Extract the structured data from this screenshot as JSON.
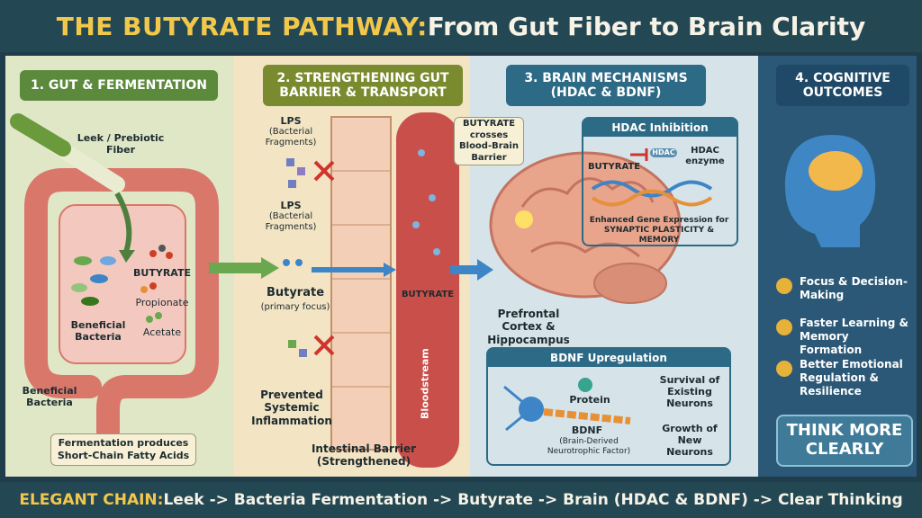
{
  "title": {
    "highlight": "THE BUTYRATE PATHWAY:",
    "rest": " From Gut Fiber to Brain Clarity"
  },
  "panels": {
    "gut": {
      "header": "1. GUT & FERMENTATION",
      "leek": "Leek / Prebiotic Fiber",
      "butyrate": "BUTYRATE",
      "propionate": "Propionate",
      "acetate": "Acetate",
      "bacteria_inner": "Beneficial Bacteria",
      "bacteria_outer": "Beneficial Bacteria",
      "note": "Fermentation produces Short-Chain Fatty Acids"
    },
    "barrier": {
      "header": "2. STRENGTHENING GUT BARRIER & TRANSPORT",
      "lps_a": "LPS",
      "lps_a_sub": "(Bacterial Fragments)",
      "lps_b": "LPS",
      "lps_b_sub": "(Bacterial Fragments)",
      "butyrate": "Butyrate",
      "butyrate_sub": "(primary focus)",
      "butyrate_vessel": "BUTYRATE",
      "prevented": "Prevented Systemic Inflammation",
      "barrier_label": "Intestinal Barrier (Strengthened)",
      "bloodstream": "Bloodstream",
      "bbb": "BUTYRATE crosses Blood-Brain Barrier"
    },
    "brain": {
      "header": "3. BRAIN MECHANISMS (HDAC & BDNF)",
      "hdac_title": "HDAC Inhibition",
      "hdac_butyrate": "BUTYRATE",
      "hdac_chip": "HDAC",
      "hdac_enzyme": "HDAC enzyme",
      "gene": "Enhanced Gene Expression for SYNAPTIC PLASTICITY & MEMORY",
      "region": "Prefrontal Cortex & Hippocampus",
      "bdnf_title": "BDNF Upregulation",
      "protein": "Protein",
      "bdnf": "BDNF",
      "bdnf_sub": "(Brain-Derived Neurotrophic Factor)",
      "survival": "Survival of Existing Neurons",
      "growth": "Growth of New Neurons"
    },
    "outcomes": {
      "header": "4. COGNITIVE OUTCOMES",
      "items": [
        "Focus & Decision-Making",
        "Faster Learning & Memory Formation",
        "Better Emotional Regulation & Resilience"
      ],
      "cta": "THINK MORE CLEARLY"
    }
  },
  "footer": {
    "highlight": "ELEGANT CHAIN:",
    "rest": " Leek -> Bacteria Fermentation -> Butyrate -> Brain (HDAC & BDNF) -> Clear Thinking"
  },
  "colors": {
    "title_accent": "#f2c84b",
    "gut_panel": "#dfe7c6",
    "barrier_panel": "#f3e4c4",
    "brain_panel": "#d6e4ea",
    "outcome_panel": "#2b5876"
  }
}
